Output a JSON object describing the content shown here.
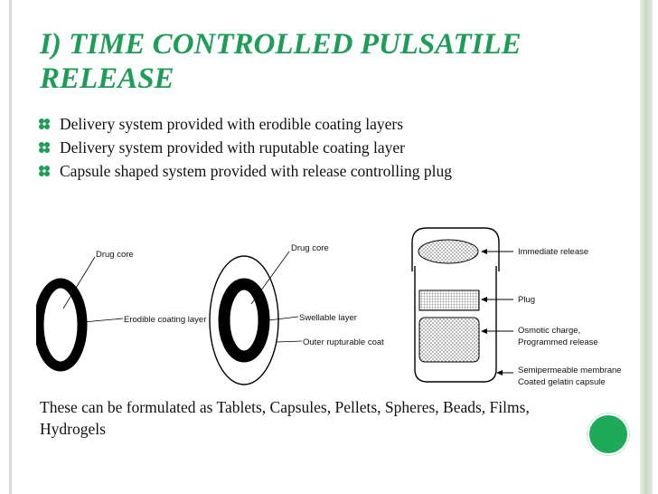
{
  "slide": {
    "title": "I) TIME CONTROLLED PULSATILE RELEASE",
    "bullets": [
      "Delivery system provided with erodible coating  layers",
      "Delivery system provided with ruputable coating layer",
      "Capsule shaped system provided with release controlling plug"
    ],
    "footer": "These can be formulated as Tablets, Capsules, Pellets, Spheres, Beads, Films, Hydrogels",
    "bullet_icon": "fleuron-bullet-icon",
    "accent_color": "#1f9c57"
  },
  "figure": {
    "fig1": {
      "drug_core": "Drug core",
      "erodible_layer": "Erodible coating layer"
    },
    "fig2": {
      "drug_core": "Drug core",
      "swellable_layer": "Swellable layer",
      "outer_coat": "Outer rupturable coat"
    },
    "fig3": {
      "immediate_release": "Immediate release",
      "plug": "Plug",
      "osmotic_1": "Osmotic charge,",
      "osmotic_2": "Programmed release",
      "membrane_1": "Semipermeable membrane",
      "membrane_2": "Coated gelatin capsule"
    }
  }
}
